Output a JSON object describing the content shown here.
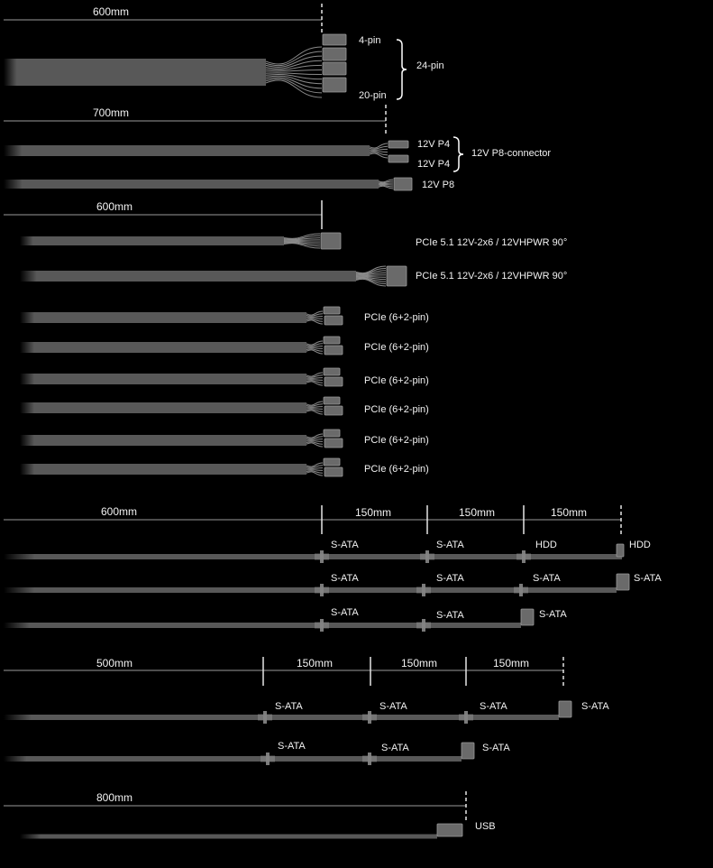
{
  "colors": {
    "background": "#000000",
    "cable": "#585858",
    "connector": "#6a6a6a",
    "measure": "#9a9a9a",
    "text": "#f2f2f2"
  },
  "sections": {
    "atx": {
      "length": "600mm",
      "pin4": "4-pin",
      "pin20": "20-pin",
      "total": "24-pin"
    },
    "cpu": {
      "length": "700mm",
      "p4a": "12V P4",
      "p4b": "12V P4",
      "group": "12V P8-connector",
      "p8": "12V P8"
    },
    "pcie": {
      "length": "600mm",
      "hpwr1": "PCIe 5.1 12V-2x6 / 12VHPWR 90°",
      "hpwr2": "PCIe 5.1 12V-2x6 / 12VHPWR 90°",
      "pcie_labels": [
        "PCIe (6+2-pin)",
        "PCIe (6+2-pin)",
        "PCIe (6+2-pin)",
        "PCIe (6+2-pin)",
        "PCIe (6+2-pin)",
        "PCIe (6+2-pin)"
      ]
    },
    "sata1": {
      "segments": [
        "600mm",
        "150mm",
        "150mm",
        "150mm"
      ],
      "row1": [
        "S-ATA",
        "S-ATA",
        "HDD",
        "HDD"
      ],
      "row2": [
        "S-ATA",
        "S-ATA",
        "S-ATA",
        "S-ATA"
      ],
      "row3": [
        "S-ATA",
        "S-ATA",
        "S-ATA"
      ]
    },
    "sata2": {
      "segments": [
        "500mm",
        "150mm",
        "150mm",
        "150mm"
      ],
      "row1": [
        "S-ATA",
        "S-ATA",
        "S-ATA",
        "S-ATA"
      ],
      "row2": [
        "S-ATA",
        "S-ATA",
        "S-ATA"
      ]
    },
    "usb": {
      "length": "800mm",
      "label": "USB"
    }
  }
}
